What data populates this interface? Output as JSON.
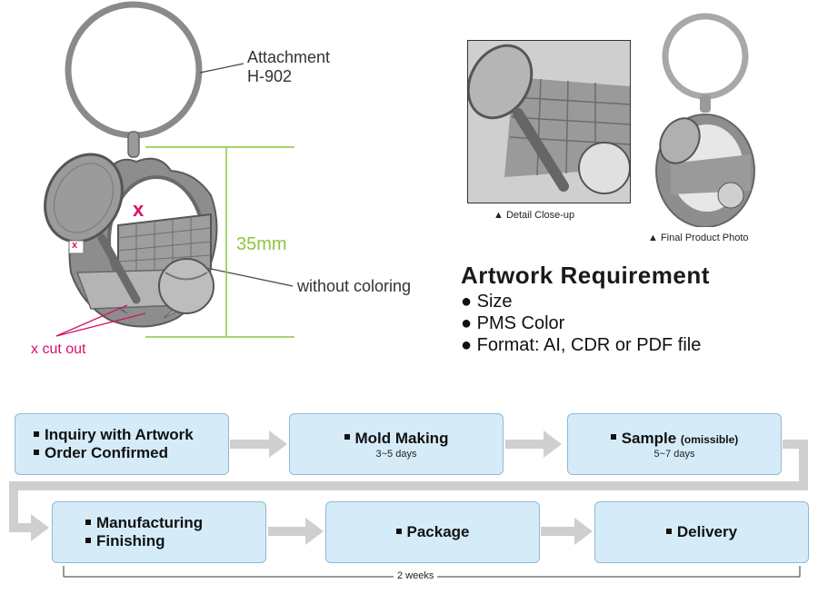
{
  "product": {
    "attachment_label": "Attachment",
    "attachment_code": "H-902",
    "dimension": "35mm",
    "coloring_note": "without coloring",
    "cutout_label": "x cut out",
    "x_mark": "x"
  },
  "photos": {
    "detail_caption": "▲ Detail Close-up",
    "final_caption": "▲ Final Product Photo"
  },
  "requirements": {
    "title": "Artwork Requirement",
    "items": [
      "● Size",
      "● PMS Color",
      "● Format: AI, CDR or PDF file"
    ]
  },
  "process": {
    "steps": [
      {
        "lines": [
          "Inquiry with Artwork",
          "Order Confirmed"
        ],
        "sub": ""
      },
      {
        "lines": [
          "Mold Making"
        ],
        "sub": "3~5 days"
      },
      {
        "lines": [
          "Sample"
        ],
        "note": "(omissible)",
        "sub": "5~7 days"
      },
      {
        "lines": [
          "Manufacturing",
          "Finishing"
        ],
        "sub": ""
      },
      {
        "lines": [
          "Package"
        ],
        "sub": ""
      },
      {
        "lines": [
          "Delivery"
        ],
        "sub": ""
      }
    ],
    "timeline": "2 weeks"
  },
  "colors": {
    "dimension_line": "#8cc63f",
    "cutout": "#d6136b",
    "step_fill": "#d5ecf8",
    "step_border": "#8fb8d6",
    "arrow": "#cccccc"
  }
}
